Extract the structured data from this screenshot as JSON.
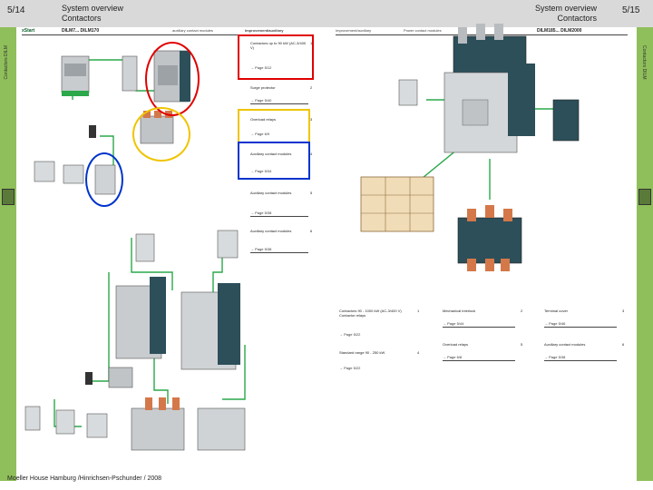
{
  "header": {
    "left_page": "5/14",
    "left_title": "System overview",
    "left_subtitle": "Contactors",
    "right_title": "System overview",
    "right_subtitle": "Contactors",
    "right_page": "5/15"
  },
  "side_label": "Contactors DILM",
  "logo": "xStart",
  "left_series": "DILM7... DILM170",
  "right_series": "DILM185... DILM2000",
  "column_headers": {
    "left_a": "auxiliary contact modules",
    "left_b": "Improvement/auxiliary",
    "right_a": "Improvement/auxiliary",
    "right_b": "Power contact modules"
  },
  "left_items": [
    {
      "label": "Contactors up to 90 kW (AC-3/400 V)",
      "num": "1",
      "ref": "→ Page 5/12"
    },
    {
      "label": "Surge protector",
      "num": "2",
      "ref": "→ Page 5/40"
    },
    {
      "label": "Overload relays",
      "num": "3",
      "ref": "→ Page 6/9"
    },
    {
      "label": "Auxiliary contact modules",
      "num": "4",
      "ref": "→ Page 5/34"
    },
    {
      "label": "Auxiliary contact modules",
      "num": "5",
      "ref": "→ Page 5/38"
    },
    {
      "label": "Auxiliary contact modules",
      "num": "6",
      "ref": "→ Page 5/38"
    }
  ],
  "right_items": [
    {
      "label": "Contactors 90 - 1000 kW (AC-3/400 V) Contactor relays",
      "num": "1",
      "ref": "→ Page 5/22"
    },
    {
      "label": "Mechanical interlock",
      "num": "2",
      "ref": "→ Page 5/44"
    },
    {
      "label": "Terminal cover",
      "num": "3",
      "ref": "→ Page 5/46"
    },
    {
      "label": "Standard range 90 - 250 kW",
      "num": "4",
      "ref": "→ Page 5/22"
    },
    {
      "label": "Overload relays",
      "num": "5",
      "ref": "→ Page 6/8"
    },
    {
      "label": "Auxiliary contact modules",
      "num": "6",
      "ref": "→ Page 5/38"
    }
  ],
  "footer": "Moeller House Hamburg /Hinrichsen-Pschunder / 2008",
  "colors": {
    "header_bg": "#d9d9d9",
    "side_green": "#8fbf5a",
    "line_green": "#2aa84a",
    "marker_red": "#e00000",
    "marker_yellow": "#f0c400",
    "marker_blue": "#0033cc",
    "device_grey": "#b8bcbf",
    "device_teal": "#2c4f5a",
    "terminal_orange": "#d4784a"
  }
}
